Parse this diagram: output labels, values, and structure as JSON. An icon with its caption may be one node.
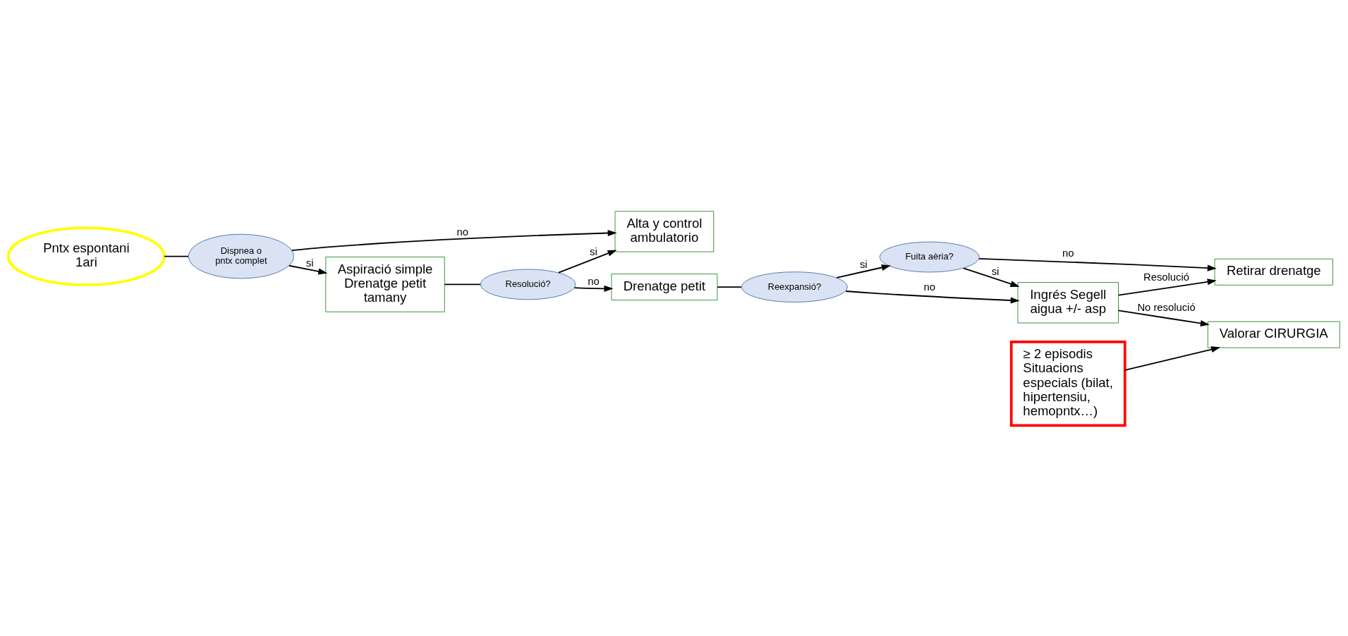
{
  "diagram": {
    "nodes": [
      {
        "text": [
          "Pntx espontani 1ari"
        ]
      },
      {
        "text": [
          "Dispnea o pntx complet"
        ]
      },
      {
        "text": [
          "Alta y control ambulatorio"
        ]
      },
      {
        "text": [
          "Aspiració simple Drenatge petit tamany"
        ]
      },
      {
        "text": [
          "Resolució?"
        ]
      },
      {
        "text": [
          "Drenatge petit"
        ]
      },
      {
        "text": [
          "Reexpansió?"
        ]
      },
      {
        "text": [
          "Fuita aèria?"
        ]
      },
      {
        "text": [
          "Retirar drenatge"
        ]
      },
      {
        "text": [
          "Ingrés Segell aigua +/- asp"
        ]
      },
      {
        "text": [
          "≥ 2 episodis",
          "Situacions especials (bilat, hipertensiu, hemopntx…)"
        ]
      },
      {
        "text": [
          "Valorar CIRURGIA"
        ]
      }
    ],
    "edges": [
      {
        "from": 0,
        "to": 1,
        "arrow": "none"
      },
      {
        "from": 1,
        "to": 2,
        "arrow": "to",
        "label": "no"
      },
      {
        "from": 1,
        "to": 3,
        "arrow": "to",
        "label": "si"
      },
      {
        "from": 3,
        "to": 4,
        "arrow": "none"
      },
      {
        "from": 4,
        "to": 2,
        "arrow": "to",
        "label": "si"
      },
      {
        "from": 4,
        "to": 5,
        "arrow": "to",
        "label": "no"
      },
      {
        "from": 5,
        "to": 6,
        "arrow": "none"
      },
      {
        "from": 6,
        "to": 7,
        "arrow": "to",
        "label": "si"
      },
      {
        "from": 6,
        "to": 9,
        "arrow": "to",
        "label": "no"
      },
      {
        "from": 7,
        "to": 8,
        "arrow": "to",
        "label": "no"
      },
      {
        "from": 7,
        "to": 9,
        "arrow": "to",
        "label": "si"
      },
      {
        "from": 9,
        "to": 8,
        "arrow": "to",
        "label": "Resolució"
      },
      {
        "from": 9,
        "to": 11,
        "arrow": "to",
        "label": "No resolució"
      },
      {
        "from": 10,
        "to": 11,
        "arrow": "to"
      }
    ]
  }
}
